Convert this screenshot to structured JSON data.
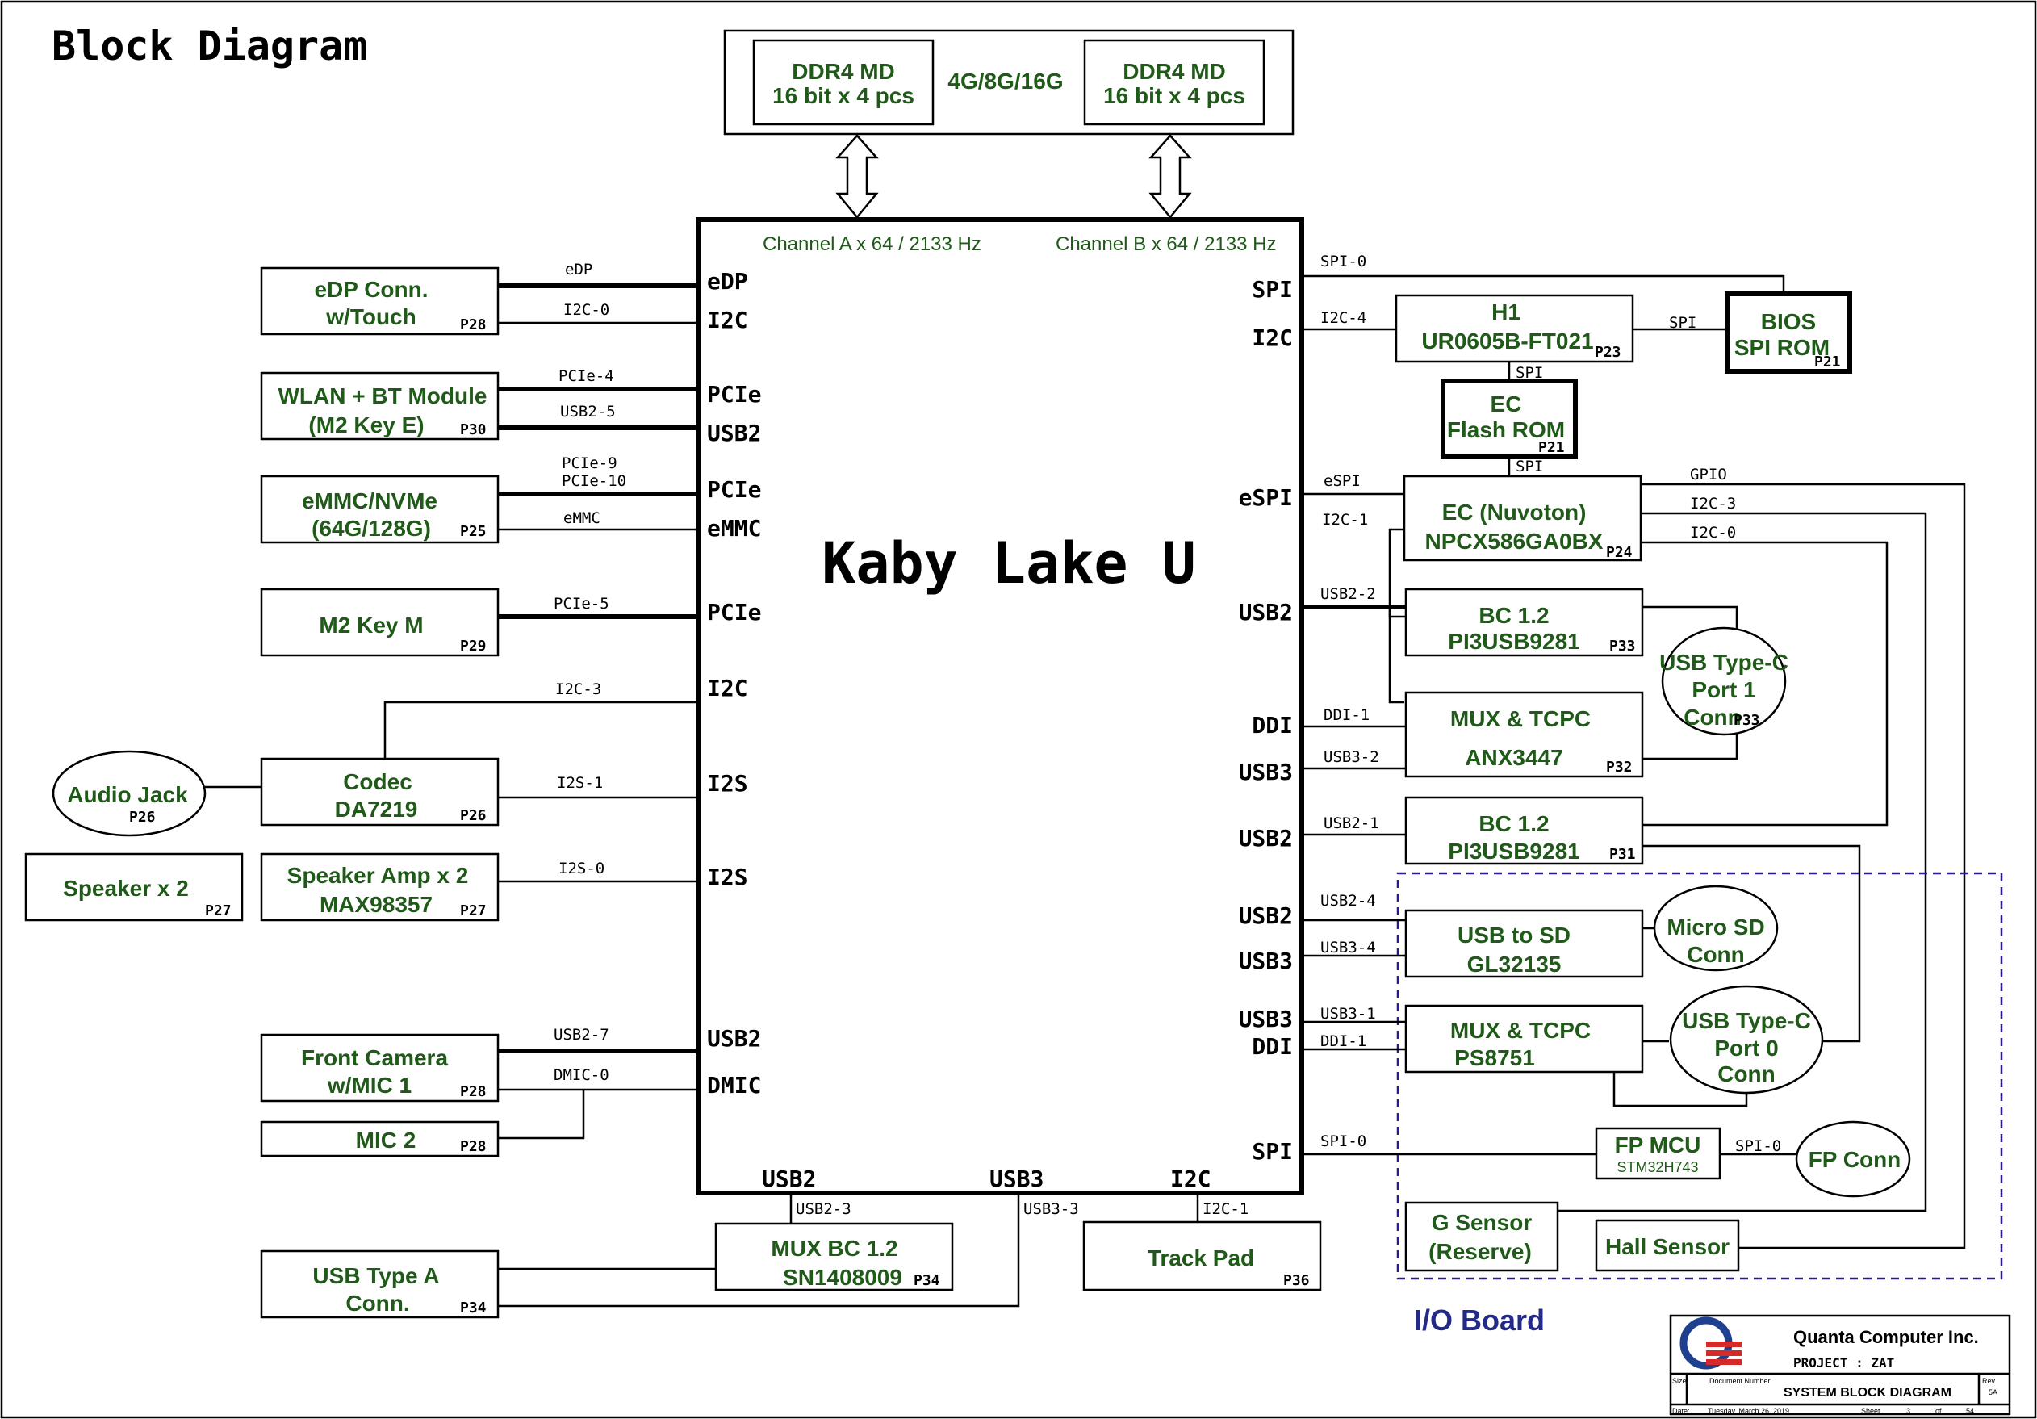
{
  "title": "Block Diagram",
  "chip": "Kaby Lake U",
  "memory": {
    "left": [
      "DDR4 MD",
      "16 bit x 4 pcs"
    ],
    "right": [
      "DDR4 MD",
      "16 bit x 4 pcs"
    ],
    "size": "4G/8G/16G",
    "channel_a": "Channel A x 64 / 2133 Hz",
    "channel_b": "Channel B x 64 / 2133 Hz"
  },
  "soc_ports_left": [
    "eDP",
    "I2C",
    "PCIe",
    "USB2",
    "PCIe",
    "eMMC",
    "PCIe",
    "I2C",
    "I2S",
    "I2S",
    "USB2",
    "DMIC"
  ],
  "soc_ports_right": [
    "SPI",
    "I2C",
    "eSPI",
    "USB2",
    "DDI",
    "USB3",
    "USB2",
    "USB2",
    "USB3",
    "USB3",
    "DDI",
    "SPI"
  ],
  "soc_ports_bottom": [
    "USB2",
    "USB3",
    "I2C"
  ],
  "left_blocks": [
    {
      "lines": [
        "eDP Conn.",
        "w/Touch"
      ],
      "page": "P28"
    },
    {
      "lines": [
        "WLAN + BT Module",
        "(M2 Key E)"
      ],
      "page": "P30"
    },
    {
      "lines": [
        "eMMC/NVMe",
        "(64G/128G)"
      ],
      "page": "P25"
    },
    {
      "lines": [
        "M2 Key M"
      ],
      "page": "P29"
    },
    {
      "lines": [
        "Codec",
        "DA7219"
      ],
      "page": "P26"
    },
    {
      "lines": [
        "Speaker Amp x 2",
        "MAX98357"
      ],
      "page": "P27"
    },
    {
      "lines": [
        "Front Camera",
        "w/MIC 1"
      ],
      "page": "P28"
    },
    {
      "lines": [
        "MIC 2"
      ],
      "page": "P28"
    },
    {
      "lines": [
        "USB Type A",
        "Conn."
      ],
      "page": "P34"
    },
    {
      "lines": [
        "Speaker x 2"
      ],
      "page": "P27"
    },
    {
      "lines": [
        "Audio Jack"
      ],
      "page": "P26"
    }
  ],
  "left_signals": [
    "eDP",
    "I2C-0",
    "PCIe-4",
    "USB2-5",
    "PCIe-9",
    "PCIe-10",
    "eMMC",
    "PCIe-5",
    "I2C-3",
    "I2S-1",
    "I2S-0",
    "USB2-7",
    "DMIC-0"
  ],
  "bottom_blocks": [
    {
      "lines": [
        "MUX BC 1.2",
        "SN1408009"
      ],
      "page": "P34"
    },
    {
      "lines": [
        "Track Pad"
      ],
      "page": "P36"
    }
  ],
  "bottom_signals": [
    "USB2-3",
    "USB3-3",
    "I2C-1"
  ],
  "right_blocks": [
    {
      "lines": [
        "H1",
        "UR0605B-FT021"
      ],
      "page": "P23"
    },
    {
      "lines": [
        "BIOS",
        "SPI ROM"
      ],
      "page": "P21"
    },
    {
      "lines": [
        "EC",
        "Flash ROM"
      ],
      "page": "P21"
    },
    {
      "lines": [
        "EC (Nuvoton)",
        "NPCX586GA0BX"
      ],
      "page": "P24"
    },
    {
      "lines": [
        "BC 1.2",
        "PI3USB9281"
      ],
      "page": "P33"
    },
    {
      "lines": [
        "USB Type-C",
        "Port 1",
        "Conn"
      ],
      "page": "P33"
    },
    {
      "lines": [
        "MUX & TCPC",
        "ANX3447"
      ],
      "page": "P32"
    },
    {
      "lines": [
        "BC 1.2",
        "PI3USB9281"
      ],
      "page": "P31"
    },
    {
      "lines": [
        "USB to SD",
        "GL32135"
      ],
      "page": ""
    },
    {
      "lines": [
        "Micro SD",
        "Conn"
      ],
      "page": ""
    },
    {
      "lines": [
        "MUX & TCPC",
        "PS8751"
      ],
      "page": ""
    },
    {
      "lines": [
        "USB Type-C",
        "Port 0",
        "Conn"
      ],
      "page": ""
    },
    {
      "lines": [
        "FP MCU",
        "STM32H743"
      ],
      "page": ""
    },
    {
      "lines": [
        "FP Conn"
      ],
      "page": ""
    },
    {
      "lines": [
        "G Sensor",
        "(Reserve)"
      ],
      "page": ""
    },
    {
      "lines": [
        "Hall Sensor"
      ],
      "page": ""
    }
  ],
  "right_signals": [
    "SPI-0",
    "I2C-4",
    "SPI",
    "SPI",
    "SPI",
    "eSPI",
    "I2C-1",
    "GPIO",
    "I2C-3",
    "I2C-0",
    "USB2-2",
    "DDI-1",
    "USB3-2",
    "USB2-1",
    "USB2-4",
    "USB3-4",
    "USB3-1",
    "DDI-1",
    "SPI-0",
    "SPI-0"
  ],
  "io_board": "I/O Board",
  "title_block": {
    "company": "Quanta Computer Inc.",
    "project": "PROJECT : ZAT",
    "size_label": "Size",
    "docnum_label": "Document Number",
    "rev_label": "Rev",
    "rev": "5A",
    "doc_title": "SYSTEM BLOCK DIAGRAM",
    "date_label": "Date:",
    "date": "Tuesday, March 26, 2019",
    "sheet_label": "Sheet",
    "sheet": "3",
    "of_label": "of",
    "total": "54"
  },
  "colors": {
    "label_green": "#1f5a18",
    "io_board_blue": "#232a8a",
    "logo_blue": "#1f3f8f",
    "logo_red": "#d42a2a"
  }
}
